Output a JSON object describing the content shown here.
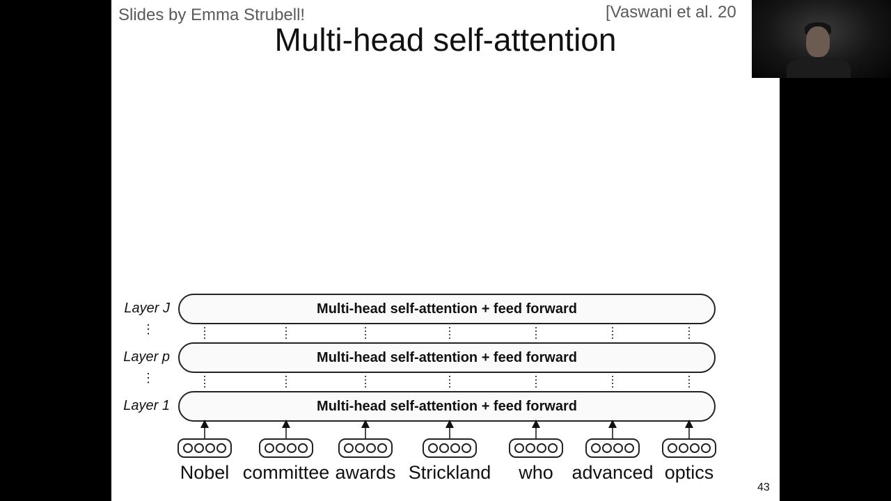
{
  "slide": {
    "credit": "Slides by Emma Strubell!",
    "citation": "[Vaswani et al. 20",
    "title": "Multi-head self-attention",
    "page_number": "43"
  },
  "diagram": {
    "layers": [
      {
        "label": "Layer J",
        "text": "Multi-head self-attention + feed forward"
      },
      {
        "label": "Layer p",
        "text": "Multi-head self-attention + feed forward"
      },
      {
        "label": "Layer 1",
        "text": "Multi-head self-attention + feed forward"
      }
    ],
    "ellipsis": "⋮",
    "tokens": [
      "Nobel",
      "committee",
      "awards",
      "Strickland",
      "who",
      "advanced",
      "optics"
    ]
  }
}
